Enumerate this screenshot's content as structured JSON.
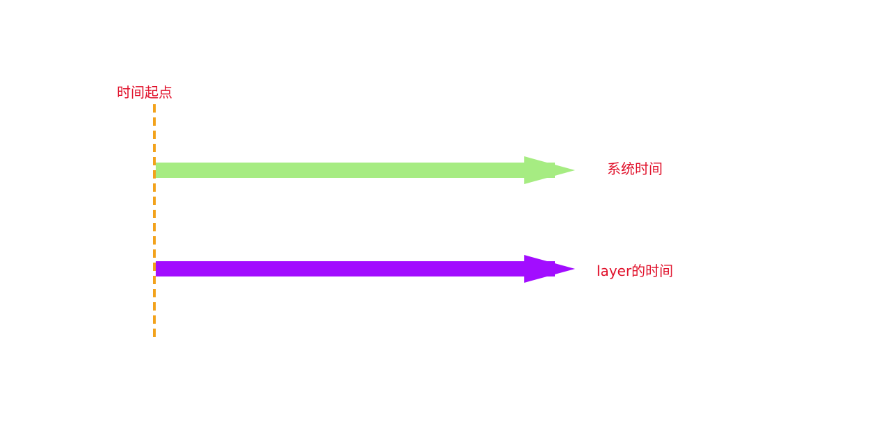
{
  "diagram": {
    "origin_label": "时间起点",
    "arrows": [
      {
        "label": "系统时间",
        "color": "#a6ec82"
      },
      {
        "label": "layer的时间",
        "color": "#a20dff"
      }
    ],
    "origin_line_color": "#f2a21b",
    "label_color": "#e0102a"
  }
}
